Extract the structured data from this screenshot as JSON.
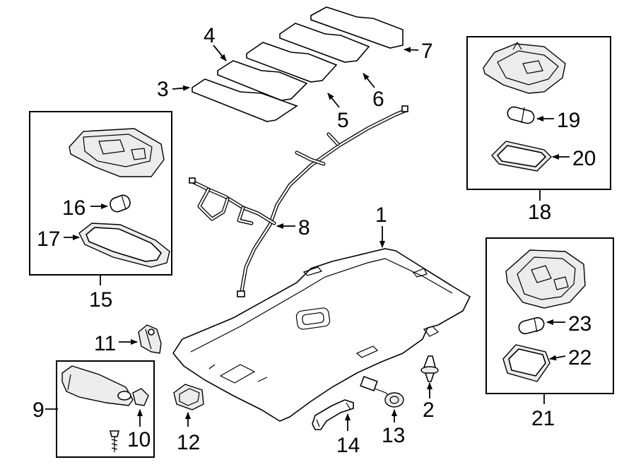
{
  "callouts": {
    "c1": "1",
    "c2": "2",
    "c3": "3",
    "c4": "4",
    "c5": "5",
    "c6": "6",
    "c7": "7",
    "c8": "8",
    "c9": "9",
    "c10": "10",
    "c11": "11",
    "c12": "12",
    "c13": "13",
    "c14": "14",
    "c15": "15",
    "c16": "16",
    "c17": "17",
    "c18": "18",
    "c19": "19",
    "c20": "20",
    "c21": "21",
    "c22": "22",
    "c23": "23"
  },
  "colors": {
    "line": "#000000",
    "background": "#ffffff",
    "fill": "#ececec"
  }
}
